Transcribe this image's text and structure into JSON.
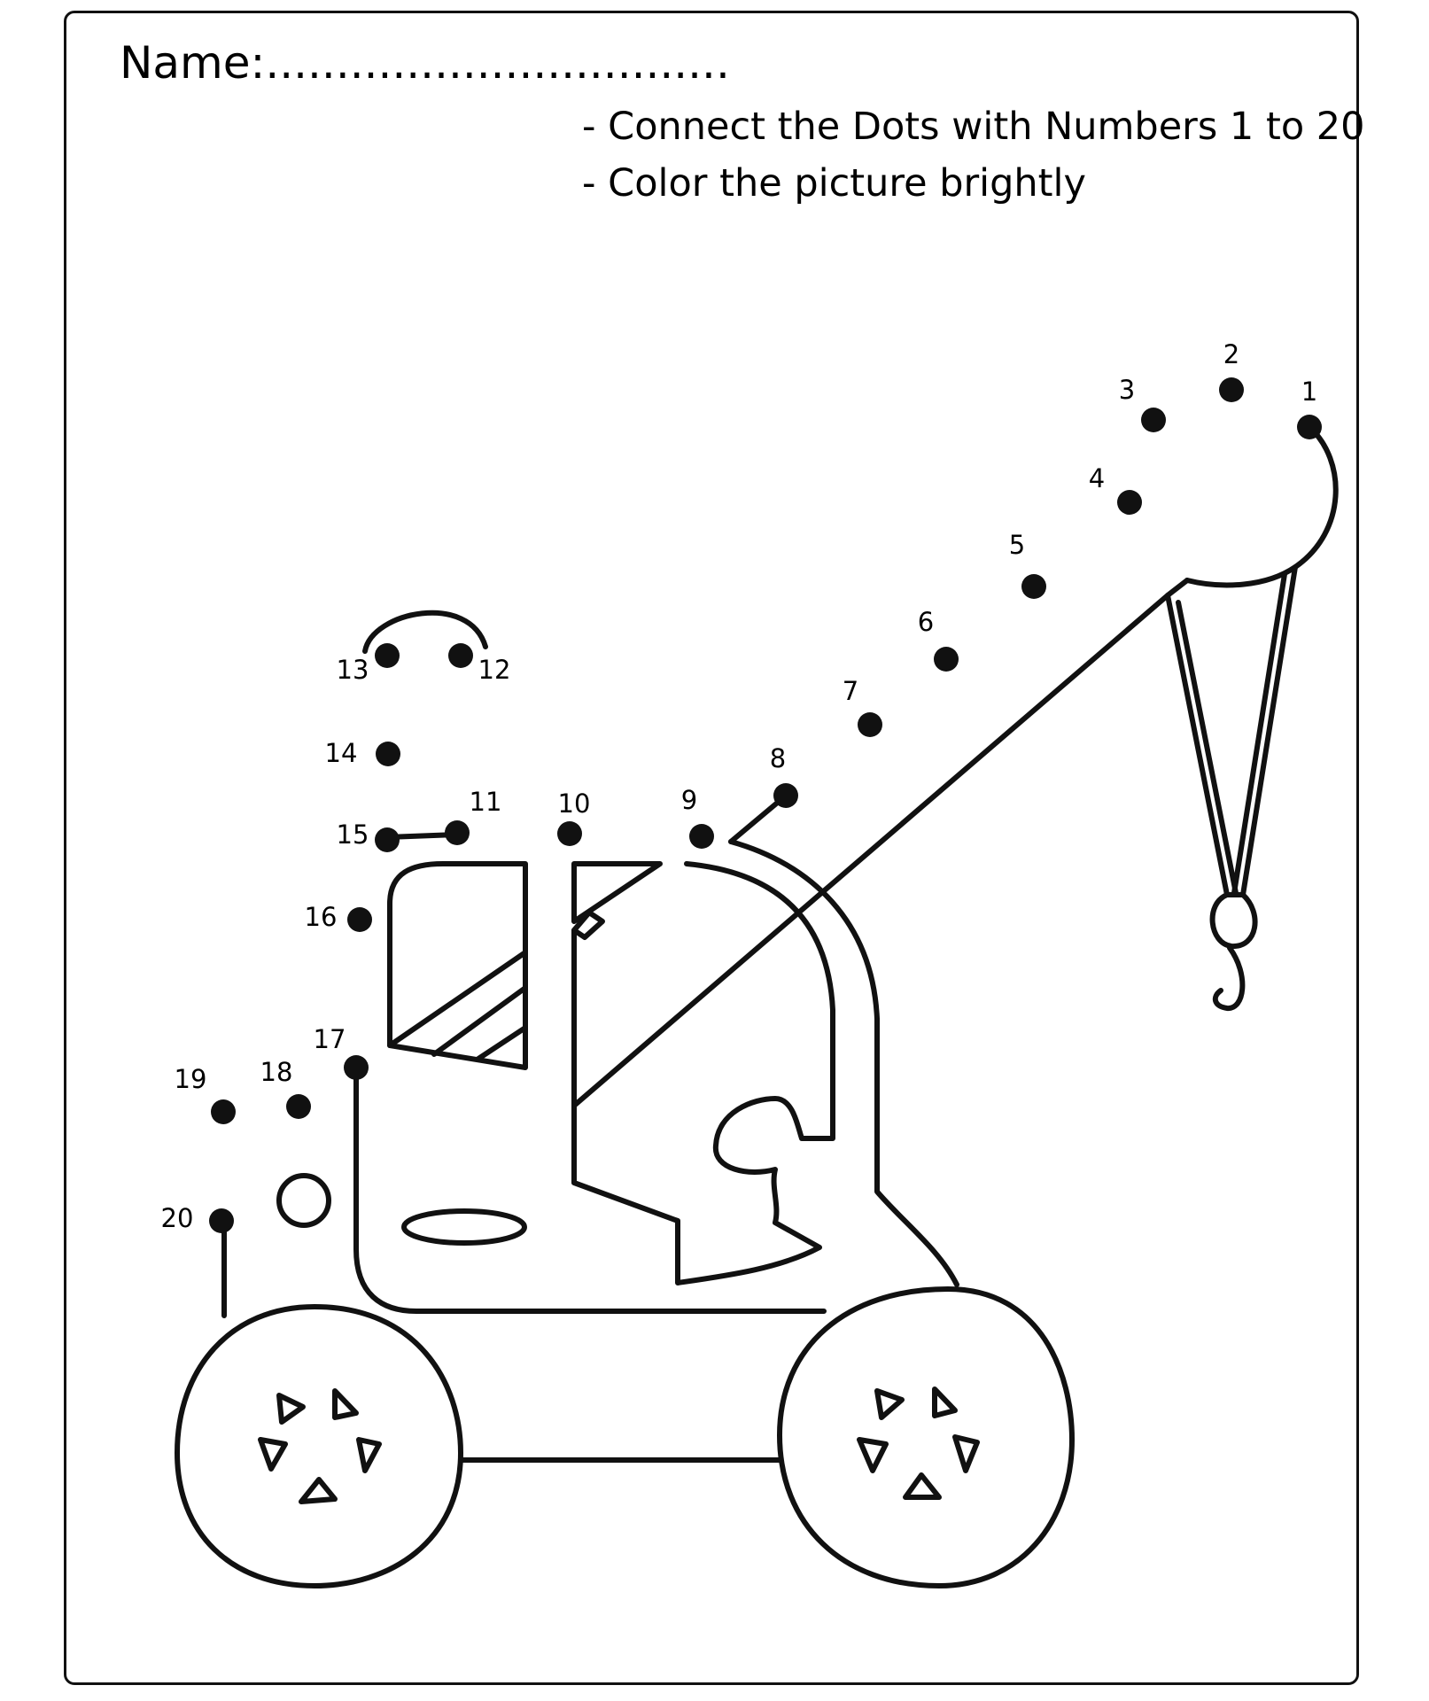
{
  "worksheet": {
    "name_label": "Name:.................................",
    "instructions": [
      "- Connect the Dots with Numbers 1 to 20",
      "- Color the picture brightly"
    ]
  },
  "dots": [
    {
      "label": "1"
    },
    {
      "label": "2"
    },
    {
      "label": "3"
    },
    {
      "label": "4"
    },
    {
      "label": "5"
    },
    {
      "label": "6"
    },
    {
      "label": "7"
    },
    {
      "label": "8"
    },
    {
      "label": "9"
    },
    {
      "label": "10"
    },
    {
      "label": "11"
    },
    {
      "label": "12"
    },
    {
      "label": "13"
    },
    {
      "label": "14"
    },
    {
      "label": "15"
    },
    {
      "label": "16"
    },
    {
      "label": "17"
    },
    {
      "label": "18"
    },
    {
      "label": "19"
    },
    {
      "label": "20"
    }
  ],
  "colors": {
    "ink": "#111111",
    "paper": "#ffffff"
  }
}
